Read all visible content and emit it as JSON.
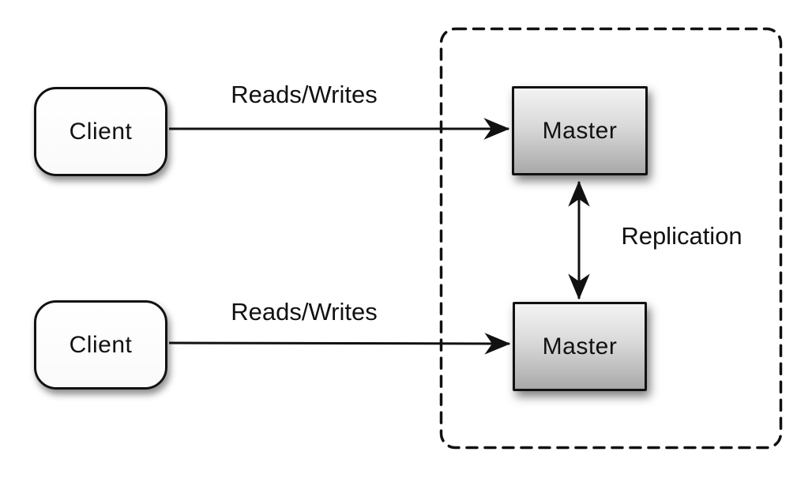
{
  "colors": {
    "background": "#ffffff",
    "stroke": "#111111",
    "text": "#111111",
    "client_fill_top": "#ffffff",
    "client_fill_bottom": "#fafafa",
    "master_fill_top": "#f3f3f3",
    "master_fill_bottom": "#a9a9a9"
  },
  "nodes": {
    "client_top": "Client",
    "client_bottom": "Client",
    "master_top": "Master",
    "master_bottom": "Master"
  },
  "labels": {
    "reads_writes_top": "Reads/Writes",
    "reads_writes_bottom": "Reads/Writes",
    "replication": "Replication"
  }
}
